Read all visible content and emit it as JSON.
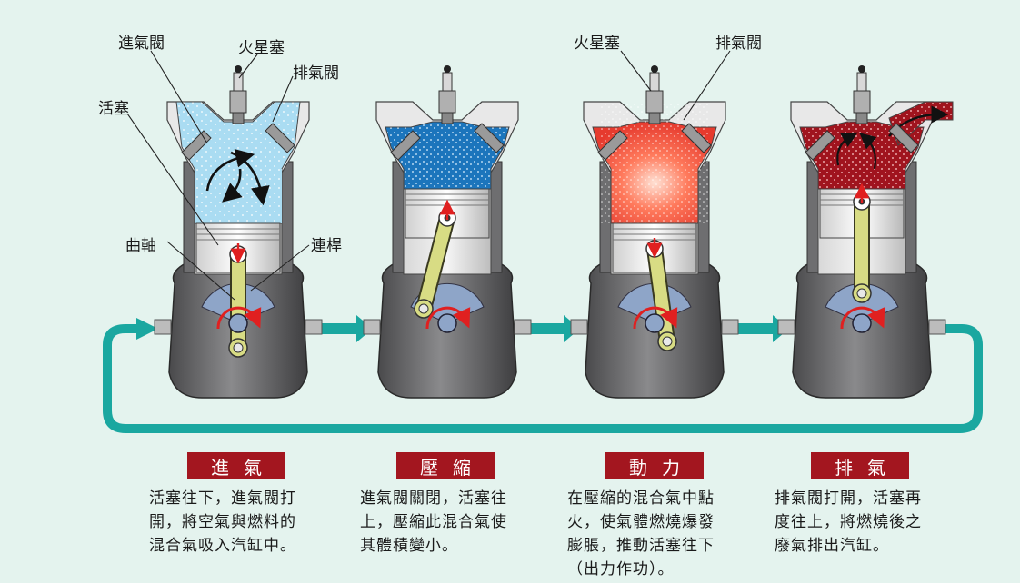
{
  "labels": {
    "intake_valve": "進氣閥",
    "spark_plug": "火星塞",
    "exhaust_valve": "排氣閥",
    "piston": "活塞",
    "crankshaft": "曲軸",
    "connecting_rod": "連桿"
  },
  "stages": [
    {
      "title": "進氣",
      "description": "活塞往下，進氣閥打\n開，將空氣與燃料的\n混合氣吸入汽缸中。"
    },
    {
      "title": "壓縮",
      "description": "進氣閥關閉，活塞往\n上，壓縮此混合氣使\n其體積變小。"
    },
    {
      "title": "動力",
      "description": "在壓縮的混合氣中點\n火，使氣體燃燒爆發\n膨脹，推動活塞往下\n（出力作功）。"
    },
    {
      "title": "排氣",
      "description": "排氣閥打開，活塞再\n度往上，將燃燒後之\n廢氣排出汽缸。"
    }
  ],
  "colors": {
    "background": "#e4f3ee",
    "cycle_arrow": "#1aa7a0",
    "title_badge": "#a3161f",
    "intake_gas": "#aadcf2",
    "compression_gas": "#1c75bc",
    "power_gas": "#e63a2e",
    "exhaust_gas": "#a0141e",
    "connecting_rod": "#d8dc84",
    "engine_body": "#6e6e70"
  }
}
